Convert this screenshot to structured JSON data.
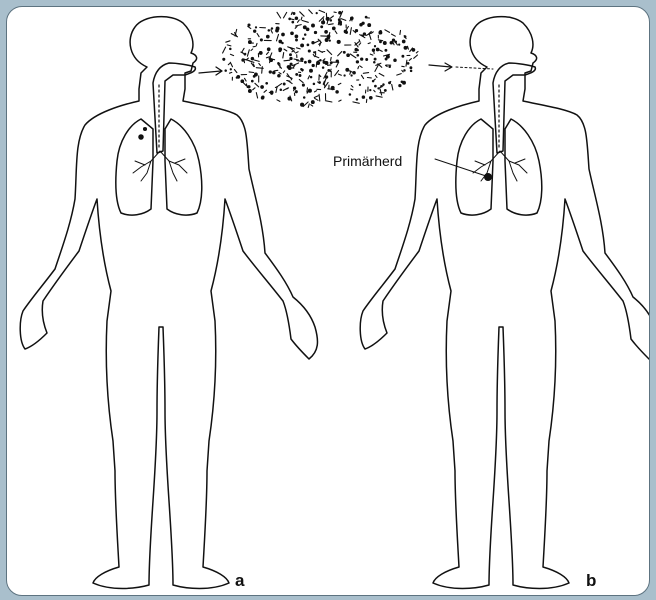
{
  "annotation": {
    "primary_focus": "Primärherd"
  },
  "panels": [
    "a",
    "b"
  ],
  "colors": {
    "ink": "#111111",
    "frame": "#5d7380",
    "outer": "#a9bfcc"
  }
}
